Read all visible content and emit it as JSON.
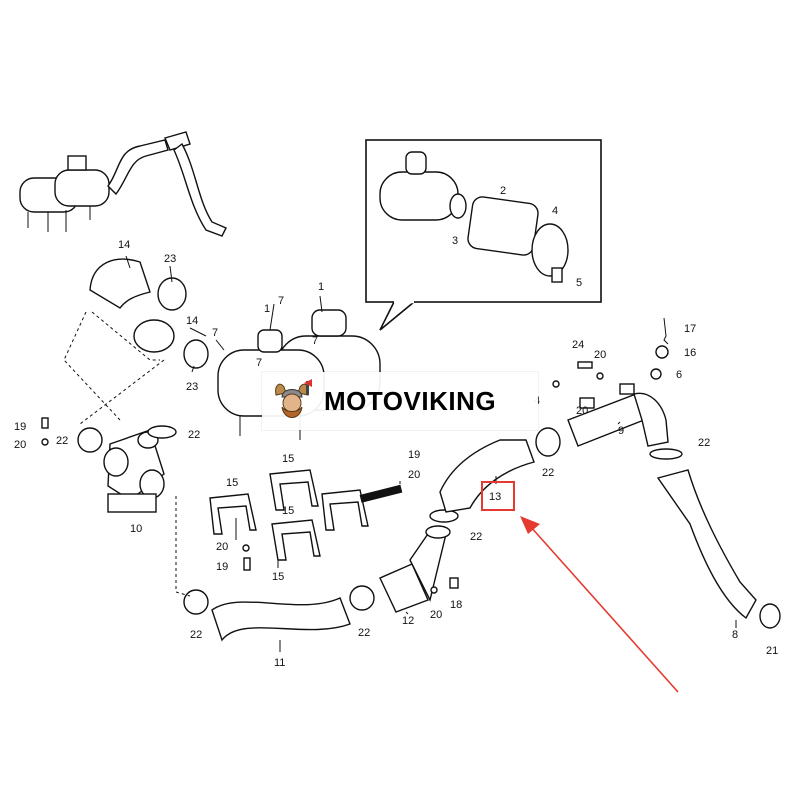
{
  "watermark": {
    "text": "MOTOVIKING"
  },
  "highlight": {
    "label": "13",
    "color": "#e53a2f"
  },
  "colors": {
    "line": "#111111",
    "background": "#ffffff",
    "accent": "#e53a2f"
  },
  "callouts": [
    {
      "id": "c14a",
      "text": "14"
    },
    {
      "id": "c23a",
      "text": "23"
    },
    {
      "id": "c7a",
      "text": "7"
    },
    {
      "id": "c1a",
      "text": "1"
    },
    {
      "id": "c14b",
      "text": "14"
    },
    {
      "id": "c7b",
      "text": "7"
    },
    {
      "id": "c7c",
      "text": "7"
    },
    {
      "id": "c7d",
      "text": "7"
    },
    {
      "id": "c23b",
      "text": "23"
    },
    {
      "id": "c1b",
      "text": "1"
    },
    {
      "id": "c2",
      "text": "2"
    },
    {
      "id": "c3",
      "text": "3"
    },
    {
      "id": "c4",
      "text": "4"
    },
    {
      "id": "c5",
      "text": "5"
    },
    {
      "id": "c17",
      "text": "17"
    },
    {
      "id": "c16",
      "text": "16"
    },
    {
      "id": "c24",
      "text": "24"
    },
    {
      "id": "c20a",
      "text": "20"
    },
    {
      "id": "c6",
      "text": "6"
    },
    {
      "id": "c4b",
      "text": "4"
    },
    {
      "id": "c20b",
      "text": "20"
    },
    {
      "id": "c9",
      "text": "9"
    },
    {
      "id": "c22a",
      "text": "22"
    },
    {
      "id": "c19a",
      "text": "19"
    },
    {
      "id": "c20c",
      "text": "20"
    },
    {
      "id": "c22b",
      "text": "22"
    },
    {
      "id": "c22c",
      "text": "22"
    },
    {
      "id": "c10",
      "text": "10"
    },
    {
      "id": "c15a",
      "text": "15"
    },
    {
      "id": "c15b",
      "text": "15"
    },
    {
      "id": "c15c",
      "text": "15"
    },
    {
      "id": "c20d",
      "text": "20"
    },
    {
      "id": "c19b",
      "text": "19"
    },
    {
      "id": "c15d",
      "text": "15"
    },
    {
      "id": "c19c",
      "text": "19"
    },
    {
      "id": "c20e",
      "text": "20"
    },
    {
      "id": "c22d",
      "text": "22"
    },
    {
      "id": "c22e",
      "text": "22"
    },
    {
      "id": "c12",
      "text": "12"
    },
    {
      "id": "c20f",
      "text": "20"
    },
    {
      "id": "c18",
      "text": "18"
    },
    {
      "id": "c22f",
      "text": "22"
    },
    {
      "id": "c22g",
      "text": "22"
    },
    {
      "id": "c11",
      "text": "11"
    },
    {
      "id": "c8",
      "text": "8"
    },
    {
      "id": "c21",
      "text": "21"
    }
  ]
}
